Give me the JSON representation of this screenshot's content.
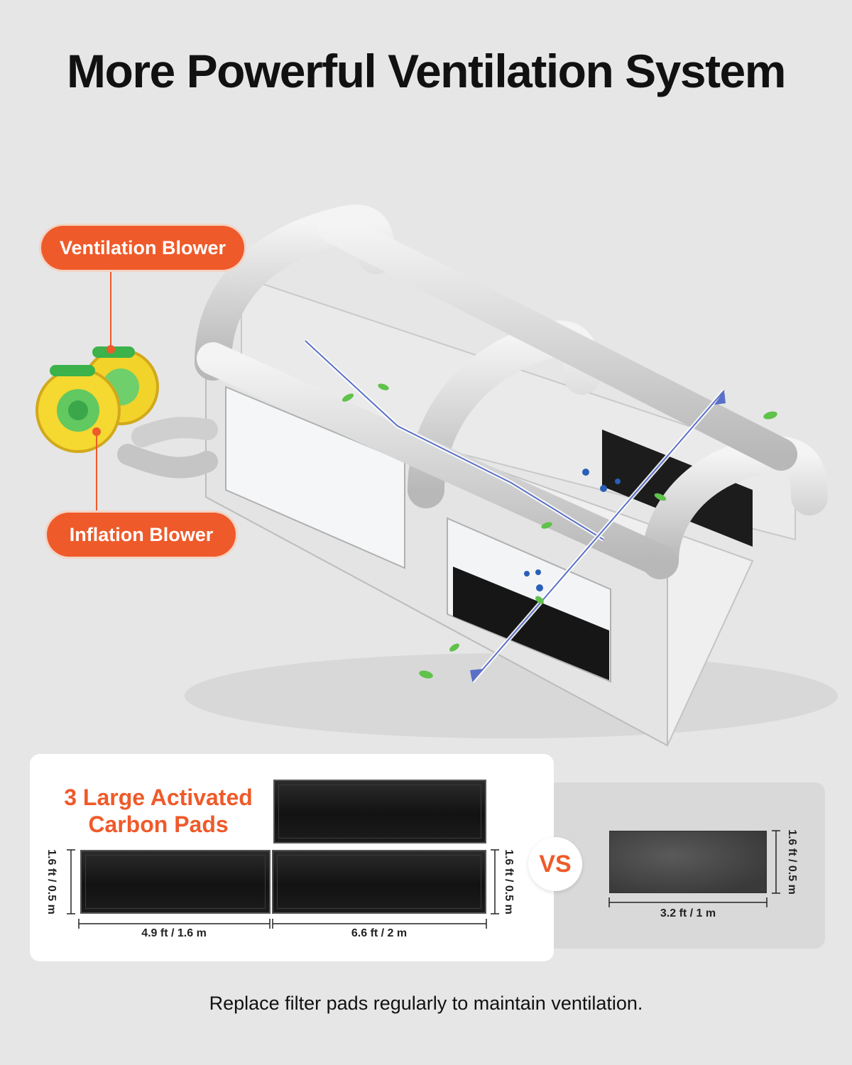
{
  "page": {
    "title": "More Powerful Ventilation System"
  },
  "callouts": {
    "ventilation_blower": "Ventilation Blower",
    "inflation_blower": "Inflation Blower"
  },
  "carbon_pads": {
    "title_line1": "3 Large Activated",
    "title_line2": "Carbon Pads",
    "height_left": "1.6 ft / 0.5 m",
    "height_right": "1.6 ft / 0.5 m",
    "width_left": "4.9 ft / 1.6 m",
    "width_right": "6.6 ft / 2 m"
  },
  "comparison": {
    "vs": "VS",
    "height": "1.6 ft / 0.5 m",
    "width": "3.2 ft / 1 m"
  },
  "footer": {
    "note": "Replace filter pads regularly to maintain ventilation."
  },
  "colors": {
    "accent": "#ef5a2a",
    "background": "#e6e6e6",
    "pad": "#1a1a1a"
  }
}
